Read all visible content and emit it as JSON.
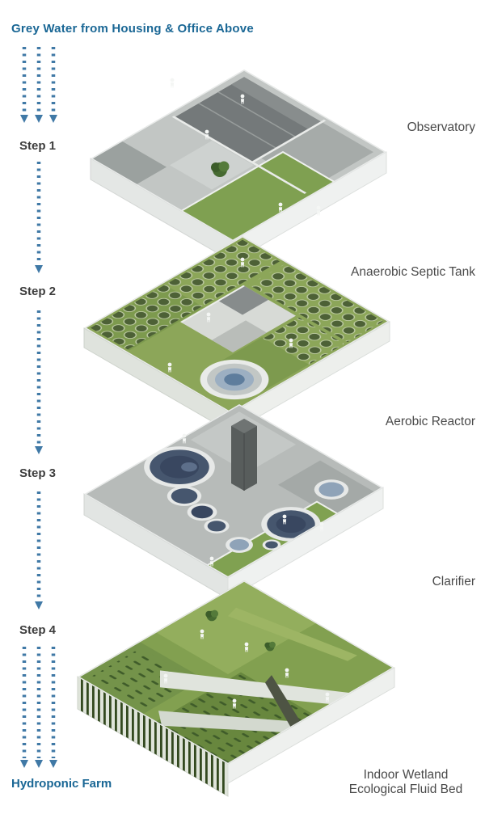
{
  "flow": {
    "source_label": "Grey Water from Housing & Office Above",
    "steps": [
      {
        "label": "Step 1"
      },
      {
        "label": "Step 2"
      },
      {
        "label": "Step 3"
      },
      {
        "label": "Step 4"
      }
    ],
    "sink_label": "Hydroponic Farm"
  },
  "levels": [
    {
      "id": "observatory",
      "label": "Observatory"
    },
    {
      "id": "anaerobic-septic-tank",
      "label": "Anaerobic Septic Tank"
    },
    {
      "id": "aerobic-reactor",
      "label": "Aerobic Reactor"
    },
    {
      "id": "clarifier",
      "label": "Clarifier"
    },
    {
      "id": "indoor-wetland",
      "label": "Indoor Wetland",
      "label2": "Ecological Fluid Bed"
    }
  ],
  "icons": {
    "flow_arrow": "dashed-down-arrow"
  },
  "colors": {
    "flow_text": "#1a6795",
    "arrow": "#4079a6",
    "step_text": "#3d3d3d",
    "level_text": "#4a4a4a",
    "vegetation": "#82a050",
    "concrete": "#b7bbb9",
    "tank_water": "#46566e",
    "background": "#ffffff"
  }
}
